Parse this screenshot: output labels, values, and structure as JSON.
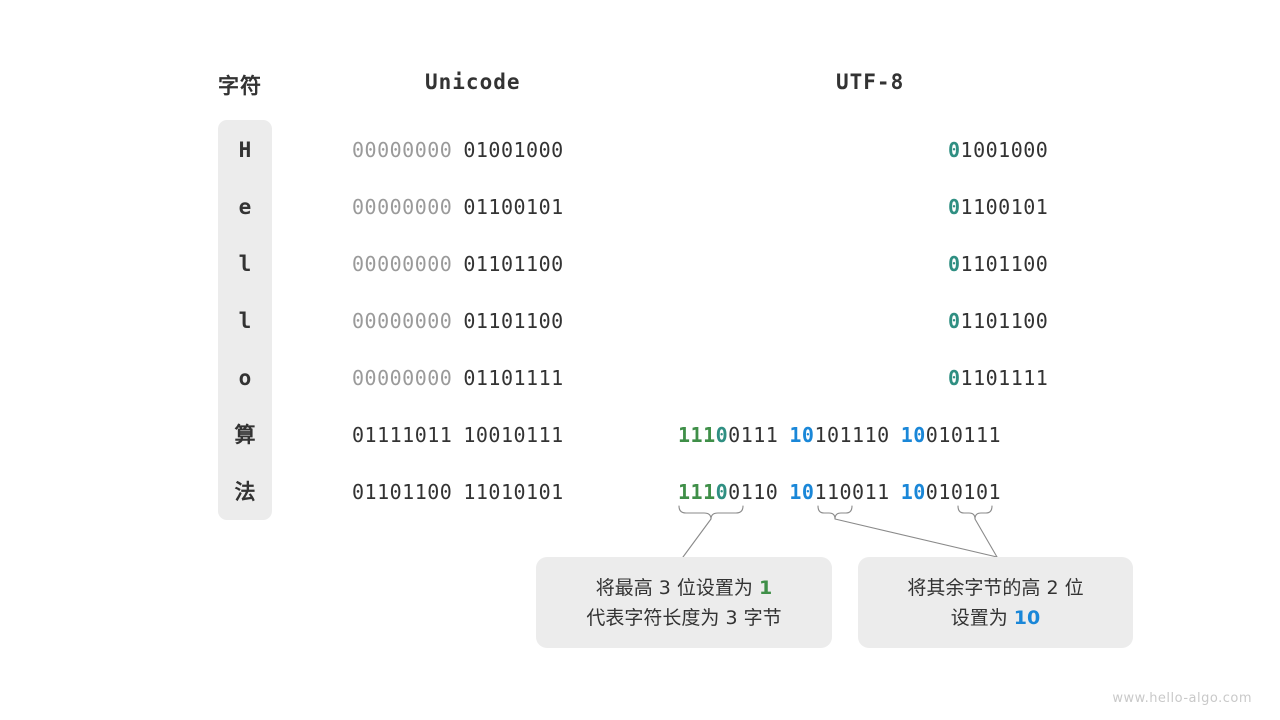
{
  "headers": {
    "character": "字符",
    "unicode": "Unicode",
    "utf8": "UTF-8"
  },
  "colors": {
    "dim": "#9a9a9a",
    "dark": "#333333",
    "teal": "#2f8f82",
    "green": "#3f8f48",
    "blue": "#1a87d8",
    "pill": "#ececec",
    "watermark": "#c9c9c9"
  },
  "rows": [
    {
      "char": "H",
      "unicode_high": "00000000",
      "unicode_low": "01001000",
      "utf8_kind": "ascii",
      "utf8_lead": "0",
      "utf8_rest": "1001000"
    },
    {
      "char": "e",
      "unicode_high": "00000000",
      "unicode_low": "01100101",
      "utf8_kind": "ascii",
      "utf8_lead": "0",
      "utf8_rest": "1100101"
    },
    {
      "char": "l",
      "unicode_high": "00000000",
      "unicode_low": "01101100",
      "utf8_kind": "ascii",
      "utf8_lead": "0",
      "utf8_rest": "1101100"
    },
    {
      "char": "l",
      "unicode_high": "00000000",
      "unicode_low": "01101100",
      "utf8_kind": "ascii",
      "utf8_lead": "0",
      "utf8_rest": "1101100"
    },
    {
      "char": "o",
      "unicode_high": "00000000",
      "unicode_low": "01101111",
      "utf8_kind": "ascii",
      "utf8_lead": "0",
      "utf8_rest": "1101111"
    },
    {
      "char": "算",
      "unicode_high": "01111011",
      "unicode_low": "10010111",
      "utf8_kind": "multi",
      "b1_green": "111",
      "b1_teal": "0",
      "b1_rest": "0111",
      "b2_blue": "10",
      "b2_rest": "101110",
      "b3_blue": "10",
      "b3_rest": "010111"
    },
    {
      "char": "法",
      "unicode_high": "01101100",
      "unicode_low": "11010101",
      "utf8_kind": "multi",
      "b1_green": "111",
      "b1_teal": "0",
      "b1_rest": "0110",
      "b2_blue": "10",
      "b2_rest": "110011",
      "b3_blue": "10",
      "b3_rest": "010101"
    }
  ],
  "callouts": {
    "left": {
      "line1_a": "将最高 3 位设置为 ",
      "line1_hl": "1",
      "line2": "代表字符长度为 3 字节"
    },
    "right": {
      "line1": "将其余字节的高 2 位",
      "line2_a": "设置为 ",
      "line2_hl": "10"
    }
  },
  "watermark": "www.hello-algo.com"
}
